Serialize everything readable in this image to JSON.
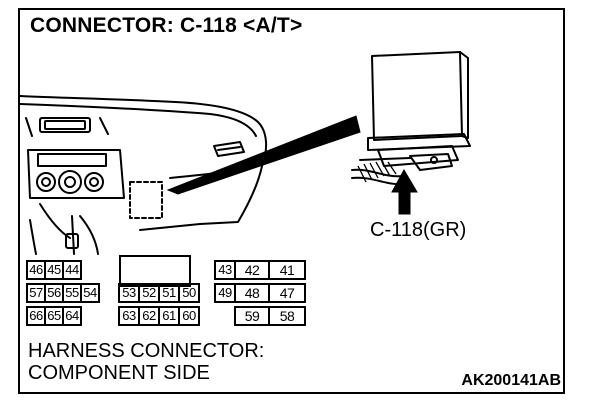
{
  "title": "CONNECTOR: C-118 <A/T>",
  "callout_label": "C-118(GR)",
  "caption": {
    "line1": "HARNESS CONNECTOR:",
    "line2": "COMPONENT SIDE"
  },
  "figure_code": "AK200141AB",
  "pins": {
    "left": [
      "46",
      "45",
      "44",
      "57",
      "56",
      "55",
      "54",
      "66",
      "65",
      "64"
    ],
    "center": [
      "53",
      "52",
      "51",
      "50",
      "63",
      "62",
      "61",
      "60"
    ],
    "right": [
      "43",
      "42",
      "41",
      "49",
      "48",
      "47",
      "59",
      "58"
    ]
  }
}
